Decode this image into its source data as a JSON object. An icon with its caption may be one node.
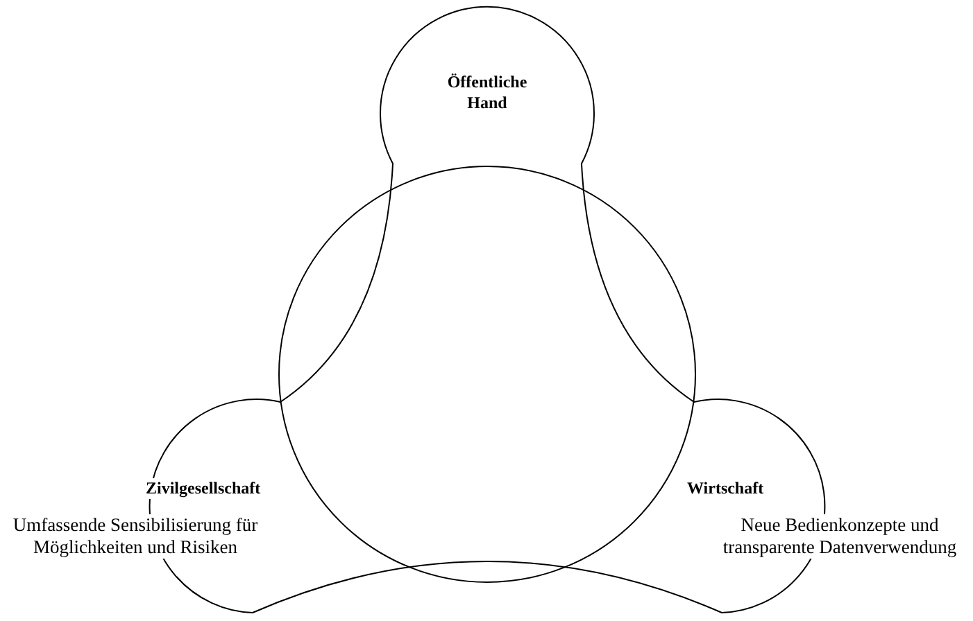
{
  "diagram": {
    "nodes": [
      {
        "text": [],
        "shape": "circle"
      },
      {
        "text": [
          "Öffentliche Hand"
        ]
      },
      {
        "text": [
          "Zivilgesellschaft",
          "Umfassende Sensibilisierung für Möglichkeiten und Risiken"
        ]
      },
      {
        "text": [
          "Wirtschaft",
          "Neue Bedienkonzepte und transparente Datenverwendung"
        ]
      }
    ],
    "edges": []
  }
}
